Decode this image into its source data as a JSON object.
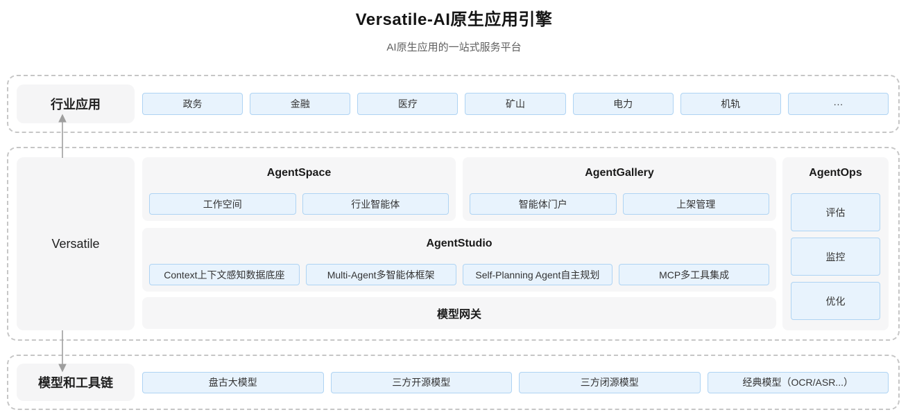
{
  "header": {
    "title": "Versatile-AI原生应用引擎",
    "subtitle": "AI原生应用的一站式服务平台"
  },
  "industry": {
    "label": "行业应用",
    "items": [
      "政务",
      "金融",
      "医疗",
      "矿山",
      "电力",
      "机轨",
      "···"
    ]
  },
  "platform": {
    "label": "Versatile",
    "agent_space": {
      "title": "AgentSpace",
      "items": [
        "工作空间",
        "行业智能体"
      ]
    },
    "agent_gallery": {
      "title": "AgentGallery",
      "items": [
        "智能体门户",
        "上架管理"
      ]
    },
    "agent_studio": {
      "title": "AgentStudio",
      "items": [
        "Context上下文感知数据底座",
        "Multi-Agent多智能体框架",
        "Self-Planning Agent自主规划",
        "MCP多工具集成"
      ]
    },
    "agent_ops": {
      "title": "AgentOps",
      "items": [
        "评估",
        "监控",
        "优化"
      ]
    },
    "gateway": "模型网关"
  },
  "models": {
    "label": "模型和工具链",
    "items": [
      "盘古大模型",
      "三方开源模型",
      "三方闭源模型",
      "经典模型（OCR/ASR...）"
    ]
  },
  "colors": {
    "chip_bg": "#e8f3fd",
    "chip_border": "#aed3f3",
    "panel_bg": "#f6f6f7",
    "dashed_border": "#c6c6c6",
    "arrow": "#9e9e9e"
  }
}
